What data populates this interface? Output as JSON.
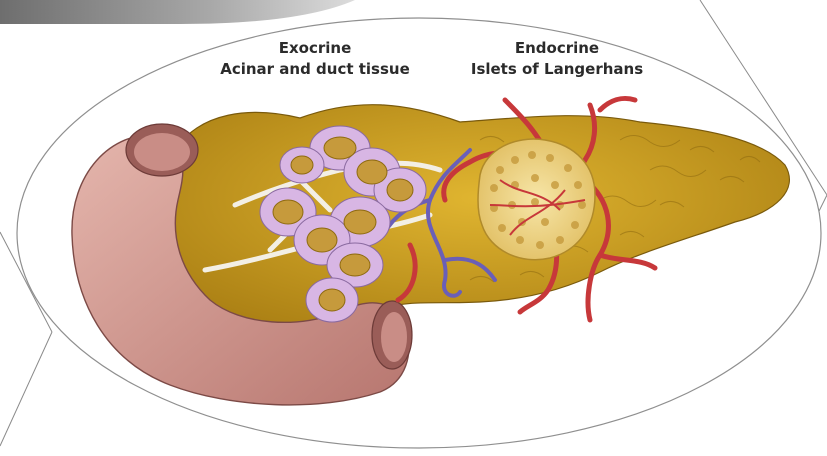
{
  "labels": {
    "exocrine": {
      "title": "Exocrine",
      "subtitle": "Acinar and duct tissue"
    },
    "endocrine": {
      "title": "Endocrine",
      "subtitle": "Islets of Langerhans"
    }
  },
  "colors": {
    "background": "#ffffff",
    "frame_line": "#8a8a8a",
    "gland": "#c99a1e",
    "gland_shadow": "#8e6a10",
    "duodenum": "#cf9a92",
    "duodenum_dark": "#9a5d58",
    "acini": "#d8b6e4",
    "acini_core": "#c69a3c",
    "islet": "#f1d889",
    "vessel_red": "#c7383a",
    "vessel_blue": "#6a5fb8",
    "duct": "#f3efe4",
    "text": "#2b2b2b"
  }
}
